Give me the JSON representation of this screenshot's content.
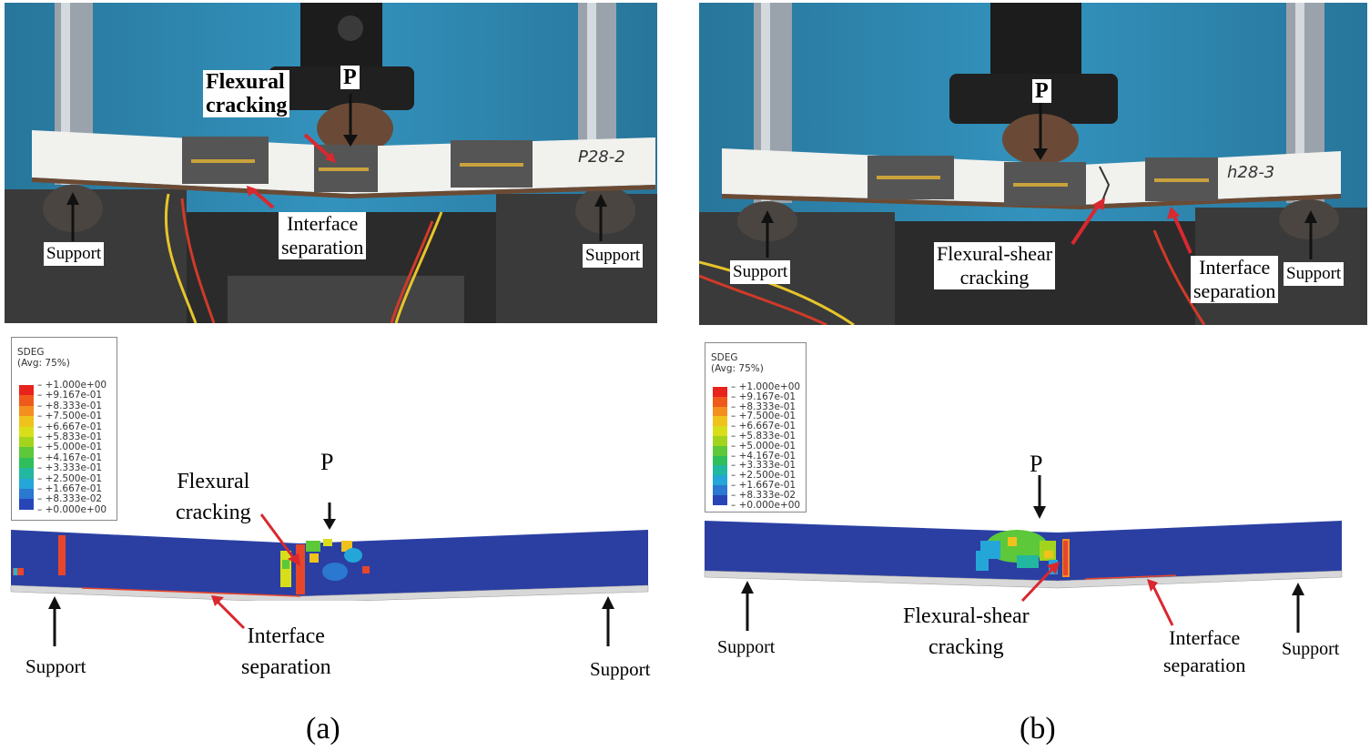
{
  "panels": [
    {
      "caption": "(a)",
      "photo": {
        "flexural": "Flexural\ncracking",
        "load": "P",
        "interface": "Interface\nseparation",
        "support_left": "Support",
        "support_right": "Support",
        "specimen_mark": "P28-2"
      },
      "fem": {
        "flexural": "Flexural\ncracking",
        "load": "P",
        "interface": "Interface\nseparation",
        "support_left": "Support",
        "support_right": "Support"
      }
    },
    {
      "caption": "(b)",
      "photo": {
        "flexural": "Flexural-shear\ncracking",
        "load": "P",
        "interface": "Interface\nseparation",
        "support_left": "Support",
        "support_right": "Support",
        "specimen_mark": "h28-3"
      },
      "fem": {
        "flexural": "Flexural-shear\ncracking",
        "load": "P",
        "interface": "Interface\nseparation",
        "support_left": "Support",
        "support_right": "Support"
      }
    }
  ],
  "legend": {
    "title": "SDEG",
    "subtitle": "(Avg: 75%)",
    "values": [
      "+1.000e+00",
      "+9.167e-01",
      "+8.333e-01",
      "+7.500e-01",
      "+6.667e-01",
      "+5.833e-01",
      "+5.000e-01",
      "+4.167e-01",
      "+3.333e-01",
      "+2.500e-01",
      "+1.667e-01",
      "+8.333e-02",
      "+0.000e+00"
    ],
    "colors": [
      "#e8231b",
      "#ef5a1c",
      "#f38e1f",
      "#f0c21c",
      "#d8df1a",
      "#a3d41d",
      "#5cc83a",
      "#2fbf5a",
      "#22b7a0",
      "#24a6d8",
      "#2a78d0",
      "#2845b8",
      "#263a9c"
    ]
  },
  "colors": {
    "fem_blue": "#2b3fa3",
    "fem_red": "#e8462a",
    "steel_plate": "#d8d8d8",
    "machine_blue": "#2f8ab3",
    "arrow_red": "#d9282f"
  }
}
